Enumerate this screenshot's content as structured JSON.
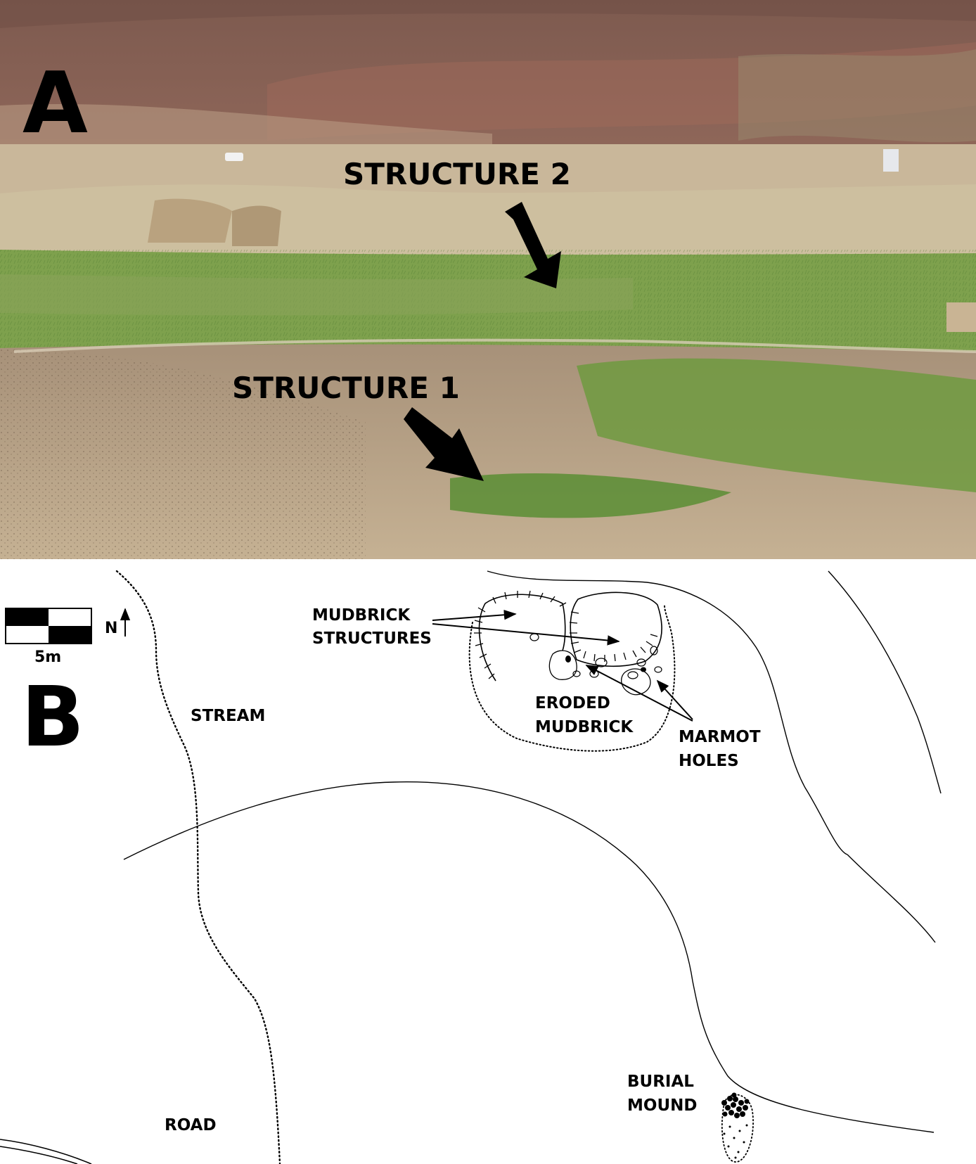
{
  "panel_a": {
    "letter": "A",
    "labels": {
      "structure_2": "STRUCTURE 2",
      "structure_1": "STRUCTURE 1"
    }
  },
  "panel_b": {
    "letter": "B",
    "scale_label": "5m",
    "north_label": "N",
    "labels": {
      "mudbrick_1": "MUDBRICK",
      "mudbrick_2": "STRUCTURES",
      "stream": "STREAM",
      "eroded_1": "ERODED",
      "eroded_2": "MUDBRICK",
      "marmot_1": "MARMOT",
      "marmot_2": "HOLES",
      "burial_1": "BURIAL",
      "burial_2": "MOUND",
      "road": "ROAD"
    }
  },
  "colors": {
    "ink": "#000000",
    "paper": "#ffffff",
    "hill_red": "#8a5a4e",
    "hill_tan": "#b59a7e",
    "terrace": "#cbbd9f",
    "grass": "#6f9a45",
    "soil": "#9c8670"
  }
}
